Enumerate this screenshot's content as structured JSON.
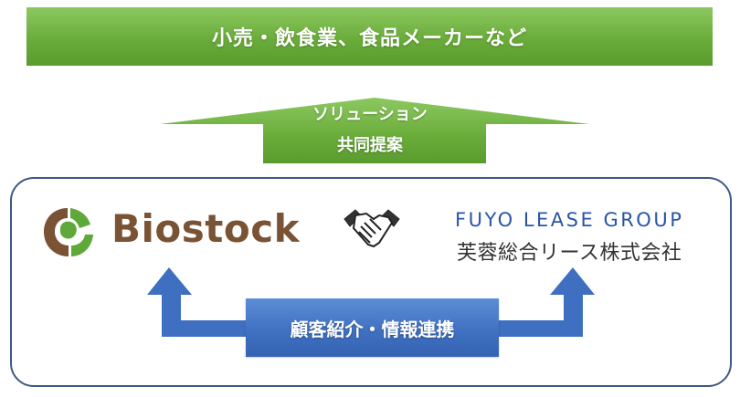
{
  "banner": {
    "text": "小売・飲食業、食品メーカーなど"
  },
  "solution_arrow": {
    "line1": "ソリューション",
    "line2": "共同提案"
  },
  "biostock": {
    "name": "Biostock"
  },
  "fuyo": {
    "name_en": "FUYO LEASE GROUP",
    "name_jp": "芙蓉総合リース株式会社"
  },
  "center_box": {
    "text": "顧客紹介・情報連携"
  },
  "icons": {
    "biostock_logo": "biostock-logo-icon",
    "handshake": "handshake-icon"
  },
  "colors": {
    "green": "#6aac3a",
    "blue": "#3e6fc0",
    "panel_border": "#3e5a84",
    "biostock_brown": "#7a5234",
    "fuyo_blue": "#2a55a6"
  }
}
